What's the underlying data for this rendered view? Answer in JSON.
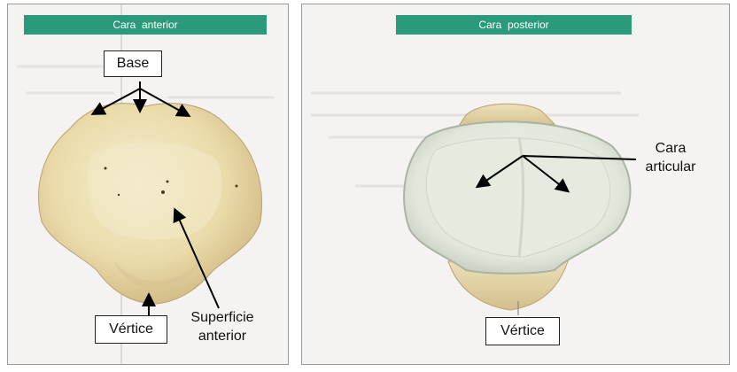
{
  "colors": {
    "header_bg": "#2a9a7a",
    "bone_light": "#f0e6c4",
    "bone_mid": "#e4d29f",
    "bone_shadow": "#c9b47e",
    "cartilage": "#e8ece2",
    "cartilage_rim": "#c9d0c4",
    "panel_bg": "#f4f3f1"
  },
  "left_panel": {
    "header": "Cara  anterior",
    "labels": {
      "base": "Base",
      "vertex": "Vértice",
      "anterior_surface_line1": "Superficie",
      "anterior_surface_line2": "anterior"
    }
  },
  "right_panel": {
    "header": "Cara  posterior",
    "labels": {
      "articular_line1": "Cara",
      "articular_line2": "articular",
      "vertex": "Vértice"
    }
  }
}
